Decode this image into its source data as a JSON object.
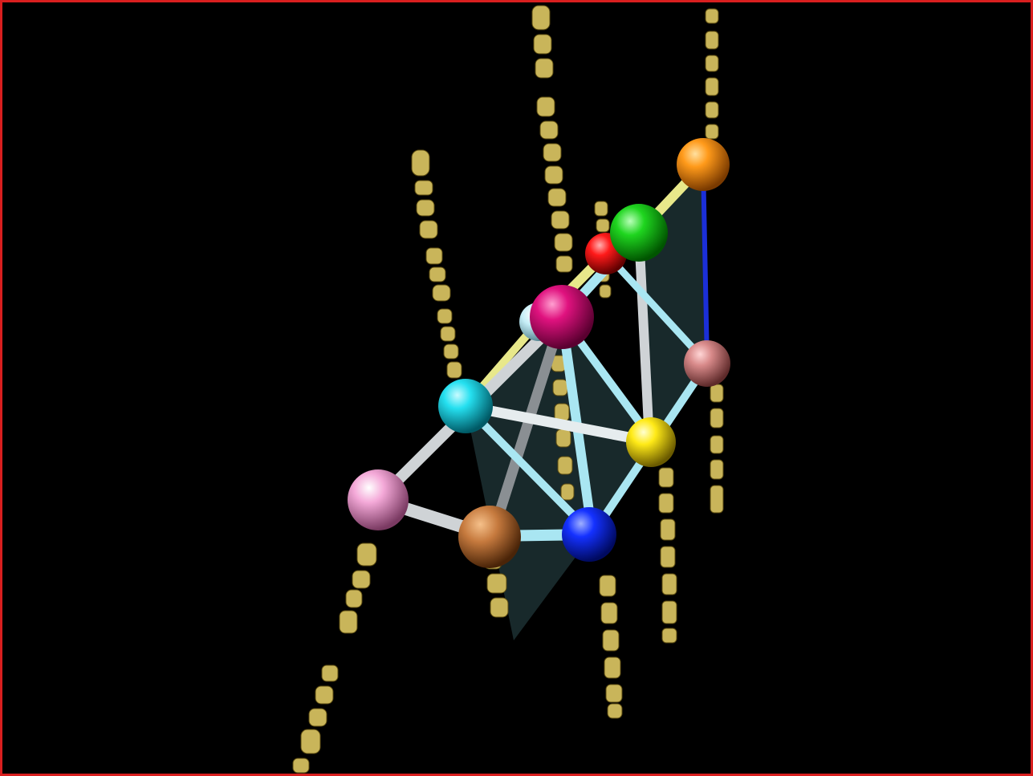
{
  "viewport": {
    "background": "#000000",
    "border_color": "#d81f1f"
  },
  "scene": {
    "type": "3d-molecular-graph",
    "text_label_color": "#c9b55a",
    "nodes": [
      {
        "id": "orange",
        "color": "#ff9a1a"
      },
      {
        "id": "green",
        "color": "#1fd51f"
      },
      {
        "id": "red",
        "color": "#ff1a1a"
      },
      {
        "id": "magenta",
        "color": "#e0127f"
      },
      {
        "id": "lightblue",
        "color": "#c6eef7"
      },
      {
        "id": "rosybrown",
        "color": "#d88a8a"
      },
      {
        "id": "cyan",
        "color": "#25e0f0"
      },
      {
        "id": "yellow",
        "color": "#ffea17"
      },
      {
        "id": "pink",
        "color": "#f4a9d8"
      },
      {
        "id": "brown",
        "color": "#c67a3e"
      },
      {
        "id": "blue",
        "color": "#1431ff"
      }
    ],
    "edge_colors": {
      "grey": "#cfd3d6",
      "lightblue": "#a9e6f2",
      "yellow": "#e8e88a",
      "darkblue": "#1b2fd8"
    },
    "face_color": "#2c4b4f"
  }
}
